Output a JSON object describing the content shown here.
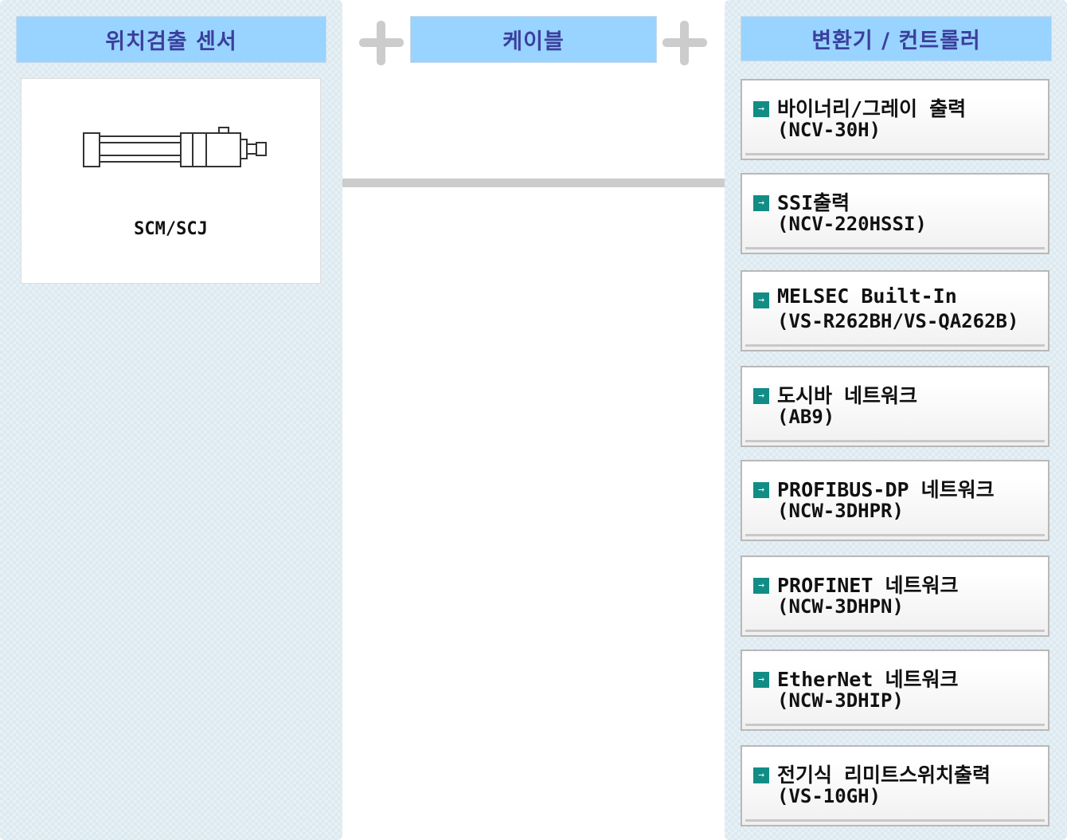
{
  "headers": {
    "sensor": "위치검출 센서",
    "cable": "케이블",
    "converter": "변환기 / 컨트롤러"
  },
  "product": {
    "label": "SCM/SCJ",
    "icon": "cylinder-image"
  },
  "cards": [
    {
      "title": "바이너리/그레이 출력",
      "model": "(NCV-30H)"
    },
    {
      "title": "SSI출력",
      "model": "(NCV-220HSSI)"
    },
    {
      "title": "MELSEC Built-In",
      "model": "(VS-R262BH/VS-QA262B)"
    },
    {
      "title": "도시바 네트워크",
      "model": "(AB9)"
    },
    {
      "title": "PROFIBUS-DP 네트워크",
      "model": "(NCW-3DHPR)"
    },
    {
      "title": "PROFINET 네트워크",
      "model": "(NCW-3DHPN)"
    },
    {
      "title": "EtherNet 네트워크",
      "model": "(NCW-3DHIP)"
    },
    {
      "title": "전기식 리미트스위치출력",
      "model": "(VS-10GH)"
    }
  ],
  "arrow_glyph": "→"
}
